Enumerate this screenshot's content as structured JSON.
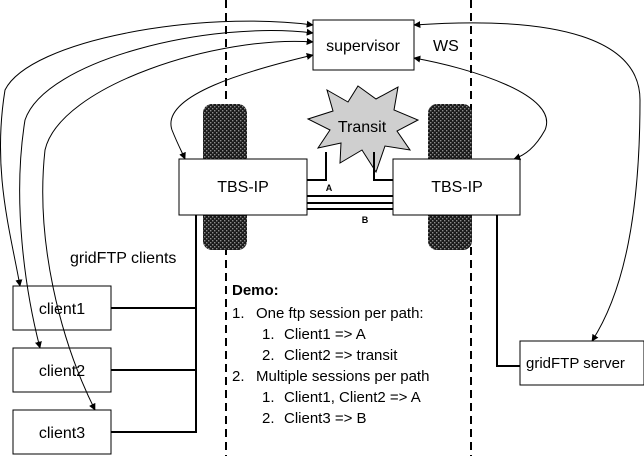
{
  "nodes": {
    "supervisor": "supervisor",
    "ws": "WS",
    "transit": "Transit",
    "tbs_left": "TBS-IP",
    "tbs_right": "TBS-IP",
    "client1": "client1",
    "client2": "client2",
    "client3": "client3",
    "gridftp_server": "gridFTP server",
    "gridftp_clients": "gridFTP clients"
  },
  "paths": {
    "a": "A",
    "b": "B"
  },
  "demo": {
    "title": "Demo:",
    "items": [
      {
        "number": "1.",
        "text": "One ftp session per path:",
        "subitems": [
          {
            "number": "1.",
            "text": "Client1 => A"
          },
          {
            "number": "2.",
            "text": "Client2 => transit"
          }
        ]
      },
      {
        "number": "2.",
        "text": "Multiple sessions per path",
        "subitems": [
          {
            "number": "1.",
            "text": "Client1, Client2 => A"
          },
          {
            "number": "2.",
            "text": "Client3 => B"
          }
        ]
      }
    ]
  }
}
